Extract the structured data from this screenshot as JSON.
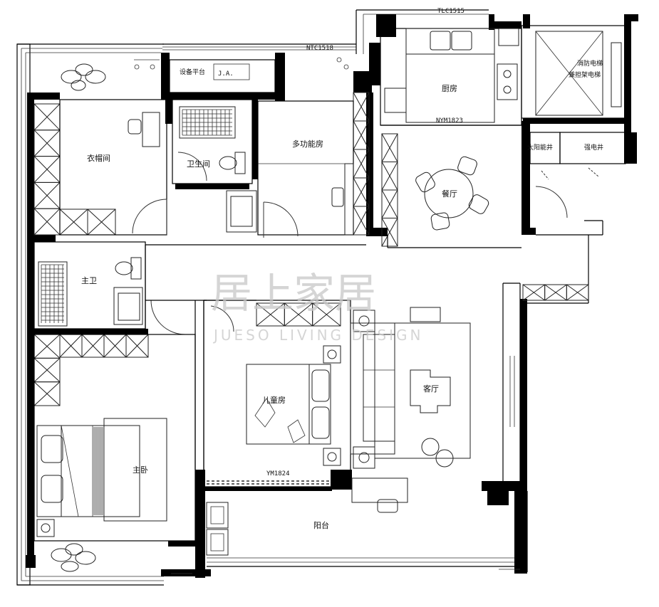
{
  "rooms": {
    "cloakroom": "衣帽间",
    "bathroom": "卫生间",
    "equipment_platform": "设备平台",
    "multi_room": "多功能房",
    "kitchen": "厨房",
    "dining": "餐厅",
    "fire_elevator": "消防电梯",
    "fire_elevator_2": "兼担架电梯",
    "solar_shaft": "太阳能井",
    "power_shaft": "强电井",
    "master_bath": "主卫",
    "kids_room": "儿童房",
    "living_room": "客厅",
    "master_bedroom": "主卧",
    "balcony": "阳台"
  },
  "codes": {
    "window_top": "TLC1515",
    "window_left": "NTC1518",
    "kitchen_door": "NYM1823",
    "kids_door": "YM1824"
  },
  "watermark": {
    "cn": "居上家居",
    "en": "JUESO LIVING DESIGN"
  }
}
